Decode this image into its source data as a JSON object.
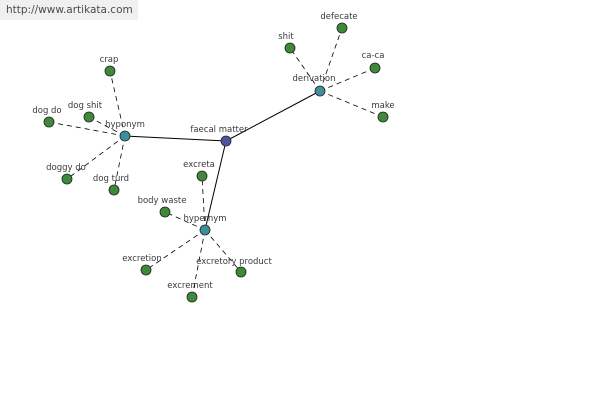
{
  "watermark": "http://www.artikata.com",
  "colors": {
    "center_node": "#4a57a0",
    "relation_node": "#3d8f99",
    "leaf_node": "#3e8a3a",
    "solid_edge": "#000000",
    "dashed_edge": "#000000"
  },
  "graph": {
    "center": {
      "id": "faecal-matter",
      "label": "faecal matter"
    },
    "relations": [
      {
        "id": "derivation",
        "label": "derivation",
        "leaves": [
          {
            "id": "shit",
            "label": "shit"
          },
          {
            "id": "defecate",
            "label": "defecate"
          },
          {
            "id": "ca-ca",
            "label": "ca-ca"
          },
          {
            "id": "make",
            "label": "make"
          }
        ]
      },
      {
        "id": "hyponym",
        "label": "hyponym",
        "leaves": [
          {
            "id": "crap",
            "label": "crap"
          },
          {
            "id": "dog-shit",
            "label": "dog shit"
          },
          {
            "id": "dog-do",
            "label": "dog do"
          },
          {
            "id": "doggy-do",
            "label": "doggy do"
          },
          {
            "id": "dog-turd",
            "label": "dog turd"
          }
        ]
      },
      {
        "id": "hypernym",
        "label": "hypernym",
        "leaves": [
          {
            "id": "excreta",
            "label": "excreta"
          },
          {
            "id": "body-waste",
            "label": "body waste"
          },
          {
            "id": "excretion",
            "label": "excretion"
          },
          {
            "id": "excretory-product",
            "label": "excretory product"
          },
          {
            "id": "excrement",
            "label": "excrement"
          }
        ]
      }
    ]
  }
}
